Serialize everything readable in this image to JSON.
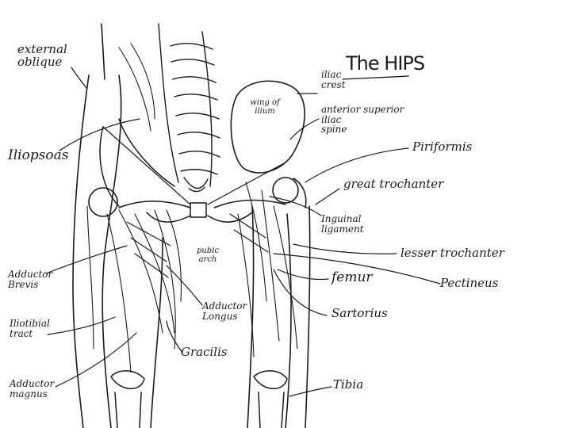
{
  "title": "The HIPS",
  "labels": {
    "external_oblique": "external\noblique",
    "iliac_crest": "iliac\ncrest",
    "wing_of_ilium": "wing of\nilium",
    "anterior_superior_iliac_spine": "anterior superior\niliac\nspine",
    "iliopsoas": "Iliopsoas",
    "piriformis": "Piriformis",
    "great_trochanter": "great trochanter",
    "inguinal_ligament": "Inguinal\nligament",
    "pubic_arch": "pubic\narch",
    "lesser_trochanter": "lesser trochanter",
    "adductor_brevis": "Adductor\nBrevis",
    "femur": "femur",
    "pectineus": "Pectineus",
    "adductor_longus": "Adductor\nLongus",
    "sartorius": "Sartorius",
    "iliotibial_tract": "Iliotibial\ntract",
    "gracilis": "Gracilis",
    "adductor_magnus": "Adductor\nmagnus",
    "tibia": "Tibia"
  },
  "colors": {
    "ink": "#1a1a1a",
    "paper": "#ffffff"
  }
}
